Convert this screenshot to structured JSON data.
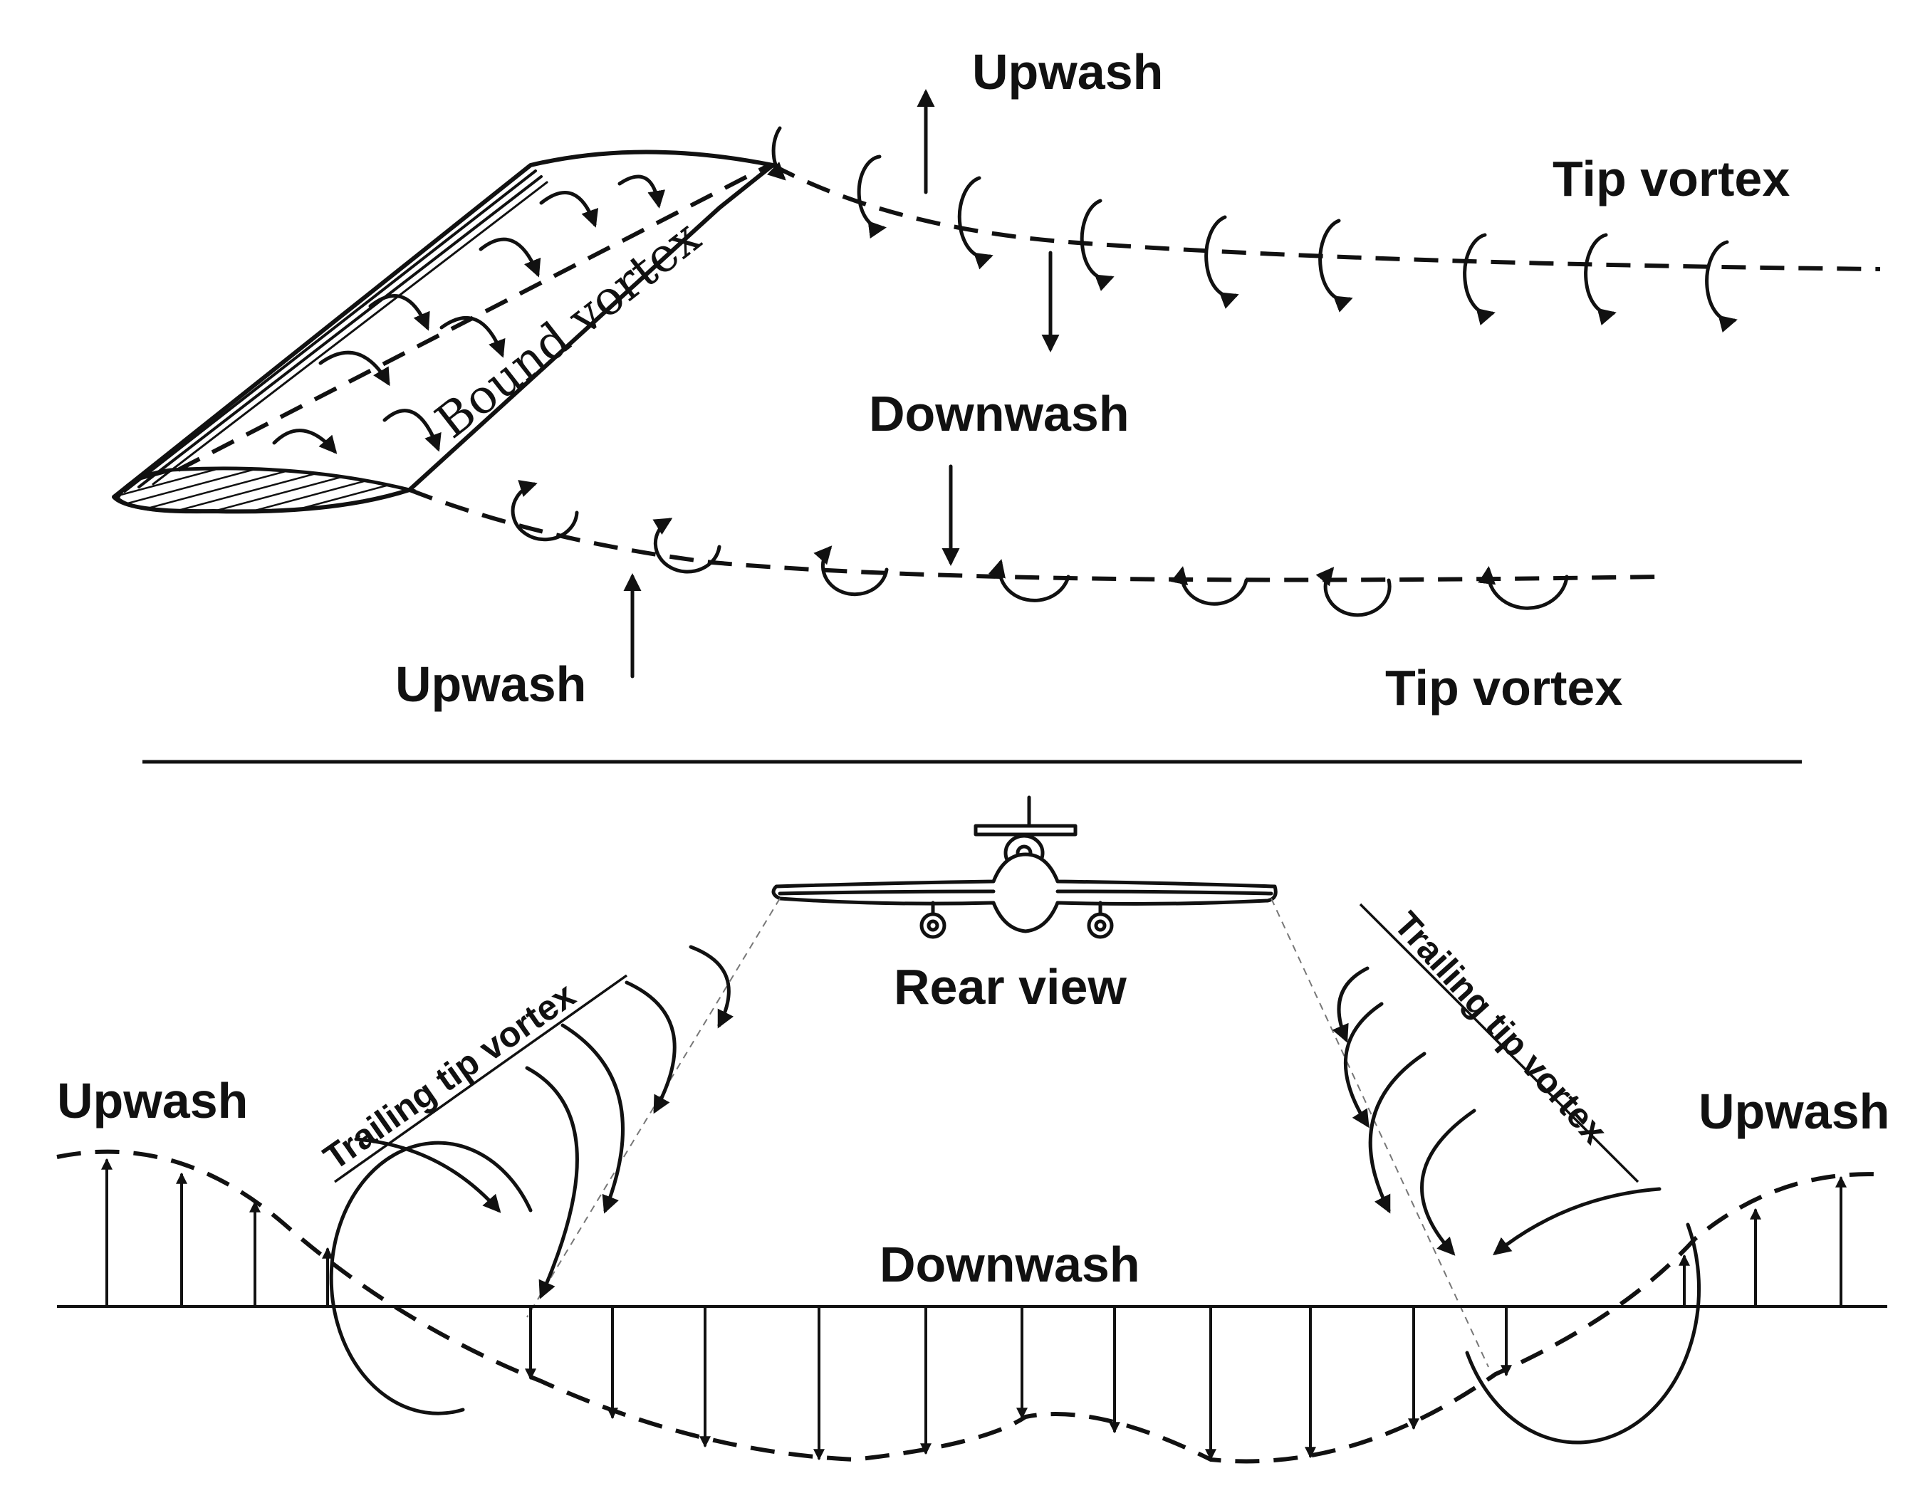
{
  "top": {
    "upwash_top": "Upwash",
    "tip_vortex_top": "Tip vortex",
    "bound_vortex": "Bound vortex",
    "downwash": "Downwash",
    "upwash_bottom": "Upwash",
    "tip_vortex_bottom": "Tip vortex"
  },
  "bottom": {
    "rear_view": "Rear view",
    "trailing_left": "Trailing tip vortex",
    "trailing_right": "Trailing tip vortex",
    "upwash_left": "Upwash",
    "upwash_right": "Upwash",
    "downwash": "Downwash"
  }
}
